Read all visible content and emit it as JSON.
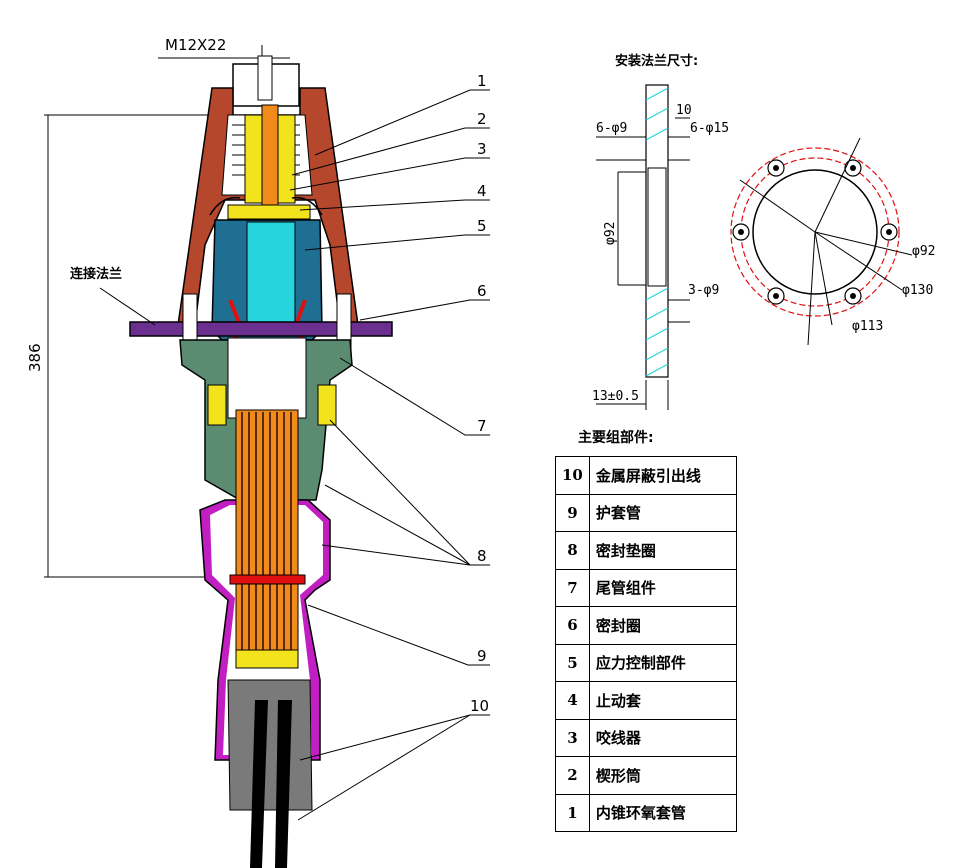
{
  "thread_label": "M12X22",
  "height_dim": "386",
  "flange_label": "连接法兰",
  "flange_title": "安装法兰尺寸:",
  "flange_dims": {
    "holes_small": "6-φ9",
    "holes_large": "6-φ15",
    "thickness_top": "10",
    "bore": "φ92",
    "side_holes": "3-φ9",
    "thickness": "13±0.5"
  },
  "circle_dims": {
    "d1": "φ92",
    "d2": "φ130",
    "d3": "φ113"
  },
  "callouts": [
    "1",
    "2",
    "3",
    "4",
    "5",
    "6",
    "7",
    "8",
    "9",
    "10"
  ],
  "parts_title": "主要组部件:",
  "parts": [
    {
      "num": "10",
      "name": "金属屏蔽引出线"
    },
    {
      "num": "9",
      "name": "护套管"
    },
    {
      "num": "8",
      "name": "密封垫圈"
    },
    {
      "num": "7",
      "name": "尾管组件"
    },
    {
      "num": "6",
      "name": "密封圈"
    },
    {
      "num": "5",
      "name": "应力控制部件"
    },
    {
      "num": "4",
      "name": "止动套"
    },
    {
      "num": "3",
      "name": "咬线器"
    },
    {
      "num": "2",
      "name": "楔形筒"
    },
    {
      "num": "1",
      "name": "内锥环氧套管"
    }
  ]
}
